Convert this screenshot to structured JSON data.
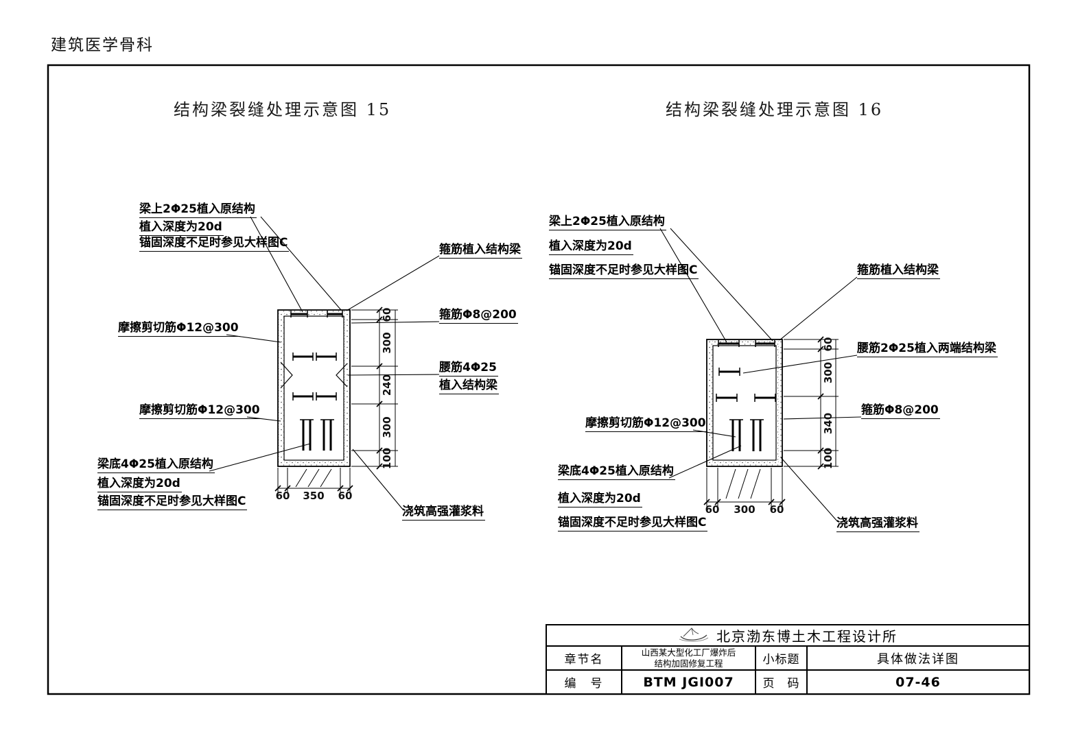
{
  "watermark": "建筑医学骨科",
  "diagram15": {
    "title": "结构梁裂缝处理示意图  15",
    "labels": {
      "top1": "梁上2Φ25植入原结构",
      "top2": "植入深度为20d",
      "top3": "锚固深度不足时参见大样图C",
      "stirrup_embed": "箍筋植入结构梁",
      "stirrup_spec": "箍筋Φ8@200",
      "shear_upper": "摩擦剪切筋Φ12@300",
      "waist1": "腰筋4Φ25",
      "waist2": "植入结构梁",
      "shear_lower": "摩擦剪切筋Φ12@300",
      "bottom1": "梁底4Φ25植入原结构",
      "bottom2": "植入深度为20d",
      "bottom3": "锚固深度不足时参见大样图C",
      "grout": "浇筑高强灌浆料"
    },
    "dims_v": [
      "60",
      "300",
      "240",
      "300",
      "100"
    ],
    "dims_h": [
      "60",
      "350",
      "60"
    ]
  },
  "diagram16": {
    "title": "结构梁裂缝处理示意图  16",
    "labels": {
      "top1": "梁上2Φ25植入原结构",
      "top2": "植入深度为20d",
      "top3": "锚固深度不足时参见大样图C",
      "stirrup_embed": "箍筋植入结构梁",
      "waist": "腰筋2Φ25植入两端结构梁",
      "stirrup_spec": "箍筋Φ8@200",
      "shear": "摩擦剪切筋Φ12@300",
      "bottom1": "梁底4Φ25植入原结构",
      "bottom2": "植入深度为20d",
      "bottom3": "锚固深度不足时参见大样图C",
      "grout": "浇筑高强灌浆料"
    },
    "dims_v": [
      "60",
      "300",
      "340",
      "100"
    ],
    "dims_h": [
      "60",
      "300",
      "60"
    ]
  },
  "title_block": {
    "company": "北京渤东博土木工程设计所",
    "chapter_label": "章节名",
    "chapter_value_line1": "山西某大型化工厂爆炸后",
    "chapter_value_line2": "结构加固修复工程",
    "subtitle_label": "小标题",
    "subtitle_value": "具体做法详图",
    "number_label": "编　号",
    "number_value": "BTM JGI007",
    "page_label": "页　码",
    "page_value": "07-46"
  }
}
